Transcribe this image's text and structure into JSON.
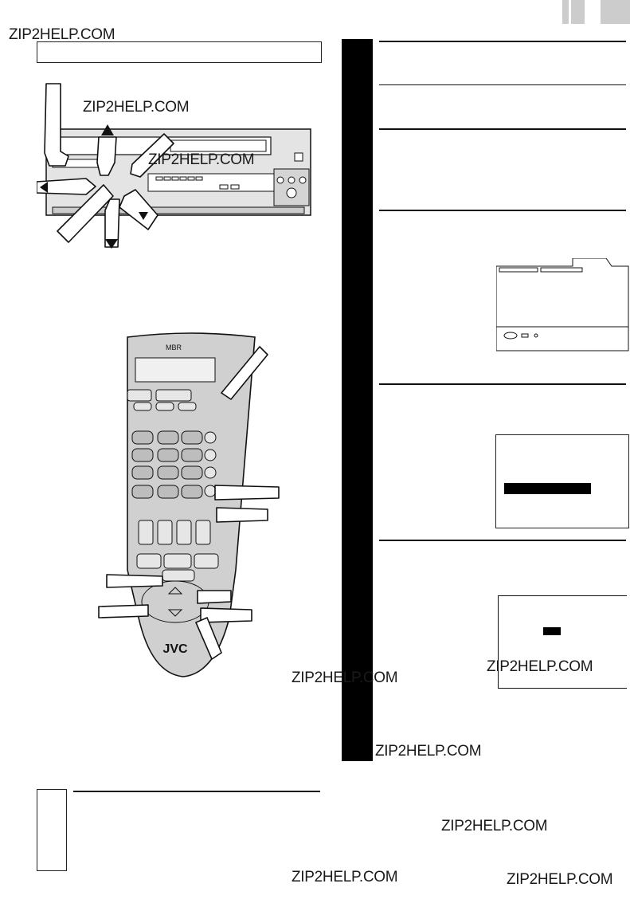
{
  "watermarks": [
    "ZIP2HELP.COM",
    "ZIP2HELP.COM",
    "ZIP2HELP.COM",
    "ZIP2HELP.COM",
    "ZIP2HELP.COM",
    "ZIP2HELP.COM",
    "ZIP2HELP.COM",
    "ZIP2HELP.COM",
    "ZIP2HELP.COM"
  ],
  "remote": {
    "brand": "JVC",
    "mbr_label": "MBR"
  },
  "colors": {
    "ink": "#111111",
    "remote_body": "#d0d0d0",
    "remote_keypad": "#bdbdbd",
    "step_bar": "#000000"
  }
}
